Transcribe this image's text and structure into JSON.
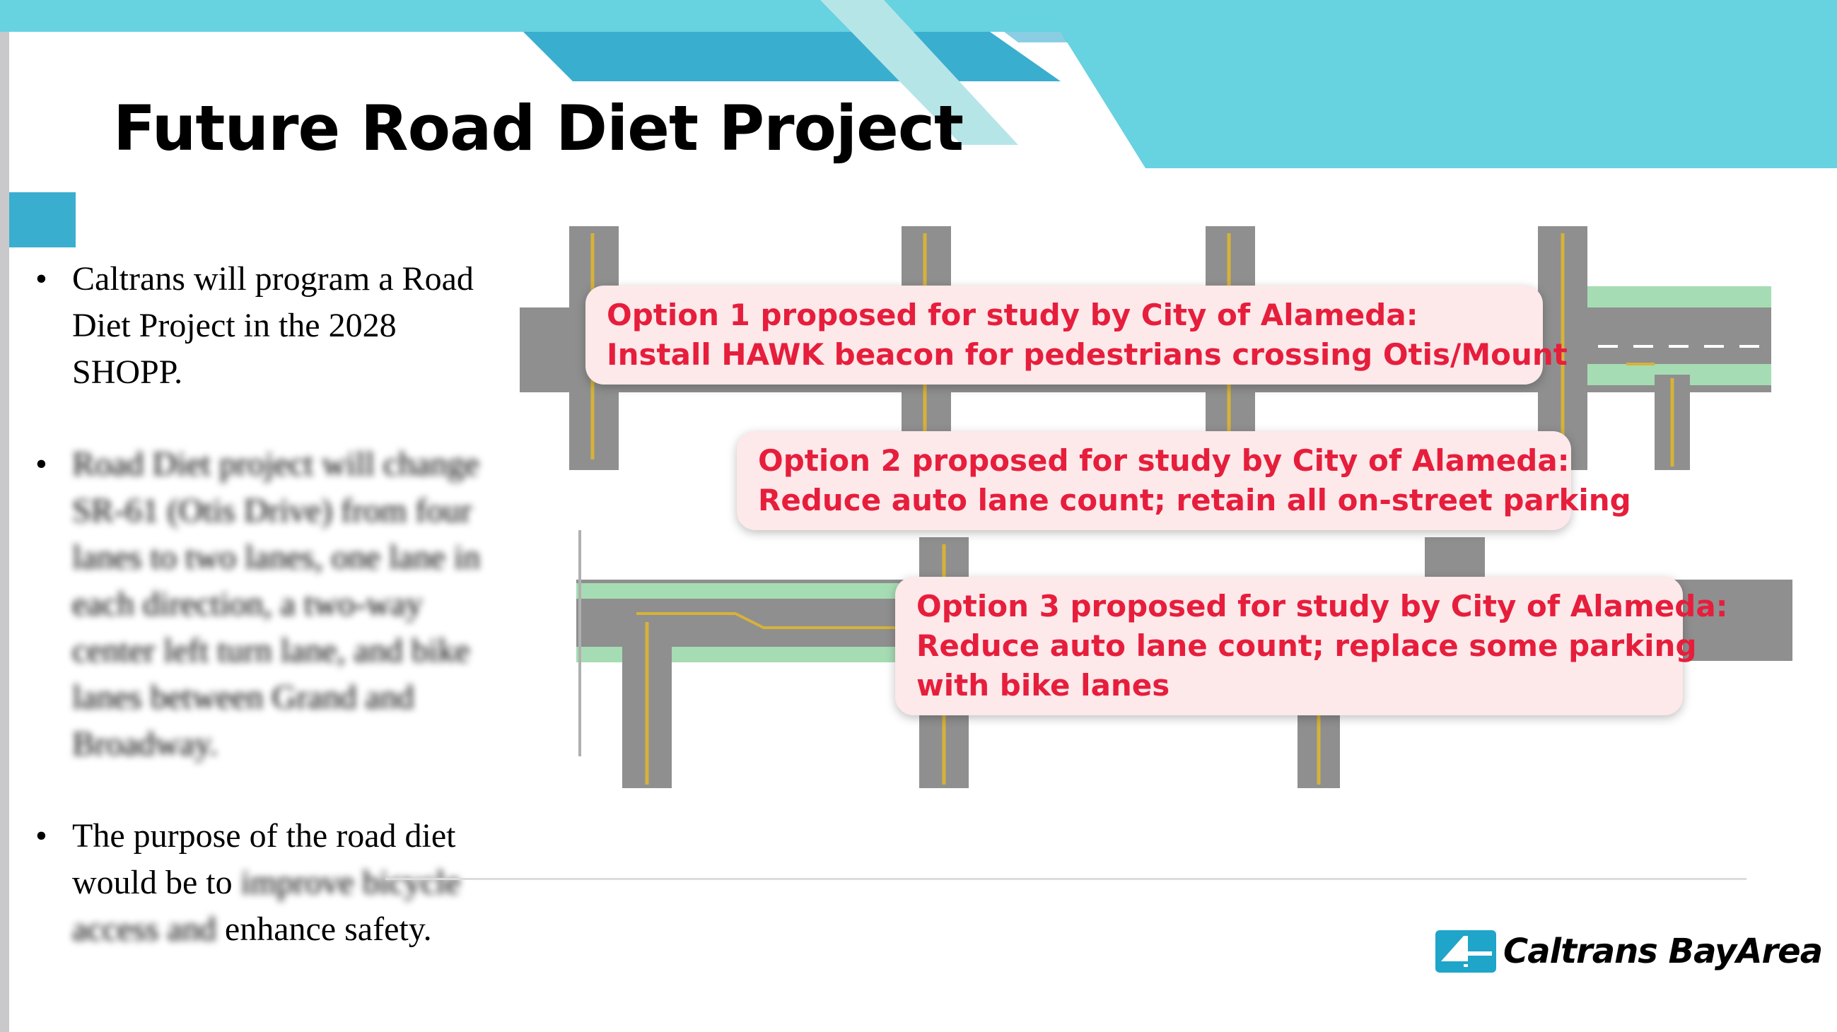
{
  "slide": {
    "title": "Future Road Diet Project",
    "bullets": [
      {
        "text": "Caltrans will program a Road Diet Project in the 2028 SHOPP."
      },
      {
        "text": "Road Diet project will change SR-61 (Otis Drive) from four lanes to two lanes, one lane in each direction, a two-way center left turn lane, and bike lanes between Grand and Broadway."
      },
      {
        "text_before": "The purpose of the road diet would be to ",
        "text_blurred": "improve bicycle access and",
        "text_after": " enhance safety."
      }
    ],
    "options": [
      {
        "line1": "Option 1 proposed for study by City of Alameda:",
        "line2": "Install HAWK beacon for pedestrians crossing Otis/Mount"
      },
      {
        "line1": "Option 2 proposed for study by City of Alameda:",
        "line2": "Reduce auto lane count; retain all on-street parking"
      },
      {
        "line1": "Option 3 proposed for study by City of Alameda:",
        "line2": "Reduce auto lane count; replace some parking",
        "line3": "with bike lanes"
      }
    ],
    "logo": {
      "text": "Caltrans BayArea"
    },
    "colors": {
      "banner_light": "#67d2e0",
      "banner_dark": "#3aaecf",
      "callout_bg": "#fde8ea",
      "callout_text": "#e61e3c",
      "bike_lane": "#a6dcb3",
      "road": "#8f8f8f"
    }
  }
}
